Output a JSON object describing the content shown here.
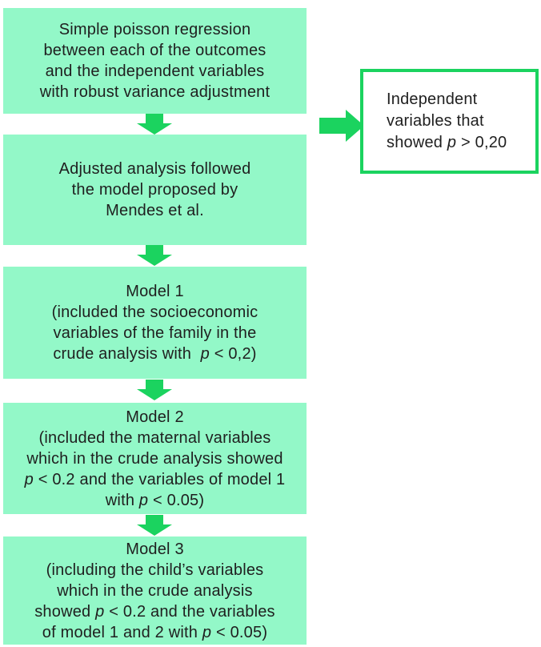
{
  "colors": {
    "box_fill": "#93f8c8",
    "accent": "#1bd35f",
    "side_box_bg": "#ffffff",
    "text": "#1f1f1f"
  },
  "icons": {
    "down_arrow": "down-arrow",
    "right_arrow": "right-arrow"
  },
  "flow_boxes": [
    {
      "id": "step-1",
      "lines": [
        [
          {
            "t": "Simple poisson regression"
          }
        ],
        [
          {
            "t": "between each of the outcomes"
          }
        ],
        [
          {
            "t": "and the independent variables"
          }
        ],
        [
          {
            "t": "with robust variance adjustment"
          }
        ]
      ]
    },
    {
      "id": "step-2",
      "lines": [
        [
          {
            "t": "Adjusted analysis followed"
          }
        ],
        [
          {
            "t": "the model proposed by"
          }
        ],
        [
          {
            "t": "Mendes et al."
          }
        ]
      ]
    },
    {
      "id": "step-3",
      "lines": [
        [
          {
            "t": "Model 1"
          }
        ],
        [
          {
            "t": "(included the socioeconomic"
          }
        ],
        [
          {
            "t": "variables of the family in the"
          }
        ],
        [
          {
            "t": "crude analysis with  "
          },
          {
            "t": "p",
            "i": true
          },
          {
            "t": " < 0,2)"
          }
        ]
      ]
    },
    {
      "id": "step-4",
      "lines": [
        [
          {
            "t": "Model 2"
          }
        ],
        [
          {
            "t": "(included the maternal variables"
          }
        ],
        [
          {
            "t": "which in the crude analysis showed"
          }
        ],
        [
          {
            "t": "p",
            "i": true
          },
          {
            "t": " < 0.2 and the variables of model 1"
          }
        ],
        [
          {
            "t": "with "
          },
          {
            "t": "p",
            "i": true
          },
          {
            "t": " < 0.05)"
          }
        ]
      ]
    },
    {
      "id": "step-5",
      "lines": [
        [
          {
            "t": "Model 3"
          }
        ],
        [
          {
            "t": "(including the child’s variables"
          }
        ],
        [
          {
            "t": "which in the crude analysis"
          }
        ],
        [
          {
            "t": "showed "
          },
          {
            "t": "p",
            "i": true
          },
          {
            "t": " < 0.2 and the variables"
          }
        ],
        [
          {
            "t": "of model 1 and 2 with "
          },
          {
            "t": "p",
            "i": true
          },
          {
            "t": " < 0.05)"
          }
        ]
      ]
    }
  ],
  "side_box": {
    "lines": [
      [
        {
          "t": "Independent"
        }
      ],
      [
        {
          "t": "variables that"
        }
      ],
      [
        {
          "t": "showed "
        },
        {
          "t": "p",
          "i": true
        },
        {
          "t": " > 0,20"
        }
      ]
    ]
  }
}
